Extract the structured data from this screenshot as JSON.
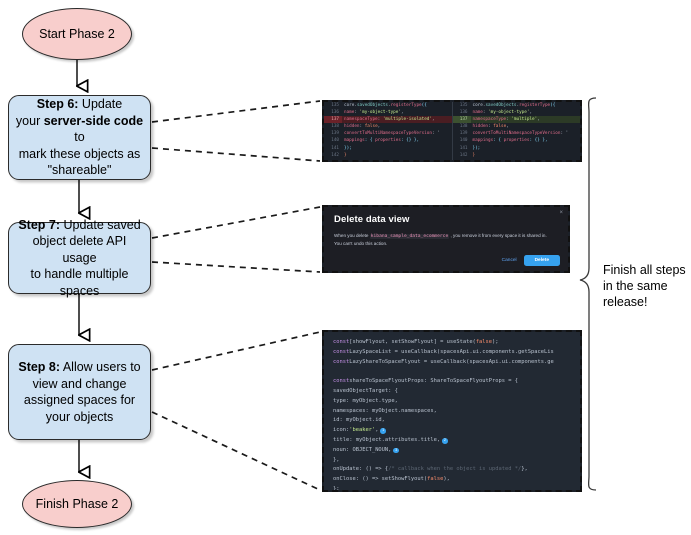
{
  "flowchart": {
    "nodes": [
      {
        "id": "start",
        "label": "Start Phase 2",
        "shape": "terminator",
        "fill": "#f8cecc"
      },
      {
        "id": "step6",
        "prefix": "Step 6:",
        "label": " Update your server-side code to mark these objects as \"shareable\"",
        "shape": "process",
        "fill": "#cfe2f3"
      },
      {
        "id": "step7",
        "prefix": "Step 7:",
        "label": " Update saved object delete API usage to handle multiple spaces",
        "shape": "process",
        "fill": "#cfe2f3"
      },
      {
        "id": "step8",
        "prefix": "Step 8:",
        "label": " Allow users to view and change assigned spaces for your objects",
        "shape": "process",
        "fill": "#cfe2f3"
      },
      {
        "id": "finish",
        "label": "Finish Phase 2",
        "shape": "terminator",
        "fill": "#f8cecc"
      }
    ],
    "step6_rich": {
      "line1_bold": "Step 6:",
      "line1_rest": " Update",
      "line2_pre": "your ",
      "line2_bold": "server-side code",
      "line2_post": " to",
      "line3": "mark these objects as",
      "line4": "\"shareable\""
    },
    "step7_rich": {
      "line1_bold": "Step 7:",
      "line1_rest": " Update saved",
      "line2": "object delete API usage",
      "line3": "to handle multiple spaces"
    },
    "step8_rich": {
      "line1_bold": "Step 8:",
      "line1_rest": " Allow users to",
      "line2": "view and change",
      "line3": "assigned spaces for",
      "line4": "your objects"
    },
    "annotation": {
      "line1": "Finish all steps",
      "line2": "in the same",
      "line3": "release!"
    }
  },
  "code_diff": {
    "left": [
      {
        "num": "135",
        "tokens": [
          {
            "t": "core",
            "c": "pl"
          },
          {
            "t": ".",
            "c": "pl"
          },
          {
            "t": "savedObjects",
            "c": "cy"
          },
          {
            "t": ".",
            "c": "pl"
          },
          {
            "t": "registerType",
            "c": "fn"
          },
          {
            "t": "({",
            "c": "br"
          }
        ],
        "state": "ctx"
      },
      {
        "num": "136",
        "tokens": [
          {
            "t": "  name",
            "c": "pr"
          },
          {
            "t": ": ",
            "c": "pl"
          },
          {
            "t": "'my-object-type'",
            "c": "st"
          },
          {
            "t": ",",
            "c": "pl"
          }
        ],
        "state": "ctx"
      },
      {
        "num": "137",
        "tokens": [
          {
            "t": "  namespaceType",
            "c": "pr"
          },
          {
            "t": ": ",
            "c": "pl"
          },
          {
            "t": "'multiple-isolated'",
            "c": "st"
          },
          {
            "t": ",",
            "c": "pl"
          }
        ],
        "state": "del"
      },
      {
        "num": "138",
        "tokens": [
          {
            "t": "  hidden",
            "c": "pr"
          },
          {
            "t": ": ",
            "c": "pl"
          },
          {
            "t": "false",
            "c": "bl"
          },
          {
            "t": ",",
            "c": "pl"
          }
        ],
        "state": "ctx"
      },
      {
        "num": "139",
        "tokens": [
          {
            "t": "  convertToMultiNamespaceTypeVersion",
            "c": "pr"
          },
          {
            "t": ": '",
            "c": "pl"
          }
        ],
        "state": "ctx"
      },
      {
        "num": "140",
        "tokens": [
          {
            "t": "  mappings",
            "c": "pr"
          },
          {
            "t": ": { ",
            "c": "br"
          },
          {
            "t": "properties",
            "c": "pr"
          },
          {
            "t": ": {} },",
            "c": "br"
          }
        ],
        "state": "ctx"
      },
      {
        "num": "141",
        "tokens": [
          {
            "t": "});",
            "c": "br"
          }
        ],
        "state": "ctx"
      },
      {
        "num": "142",
        "tokens": [
          {
            "t": "}",
            "c": "bl"
          }
        ],
        "state": "ctx"
      }
    ],
    "right": [
      {
        "num": "135",
        "tokens": [
          {
            "t": "core",
            "c": "pl"
          },
          {
            "t": ".",
            "c": "pl"
          },
          {
            "t": "savedObjects",
            "c": "cy"
          },
          {
            "t": ".",
            "c": "pl"
          },
          {
            "t": "registerType",
            "c": "fn"
          },
          {
            "t": "({",
            "c": "br"
          }
        ],
        "state": "ctx"
      },
      {
        "num": "136",
        "tokens": [
          {
            "t": "  name",
            "c": "pr"
          },
          {
            "t": ": ",
            "c": "pl"
          },
          {
            "t": "'my-object-type'",
            "c": "st"
          },
          {
            "t": ",",
            "c": "pl"
          }
        ],
        "state": "ctx"
      },
      {
        "num": "137",
        "tokens": [
          {
            "t": "  namespaceType",
            "c": "pr"
          },
          {
            "t": ": ",
            "c": "pl"
          },
          {
            "t": "'multiple'",
            "c": "st"
          },
          {
            "t": ",",
            "c": "pl"
          }
        ],
        "state": "add"
      },
      {
        "num": "138",
        "tokens": [
          {
            "t": "  hidden",
            "c": "pr"
          },
          {
            "t": ": ",
            "c": "pl"
          },
          {
            "t": "false",
            "c": "bl"
          },
          {
            "t": ",",
            "c": "pl"
          }
        ],
        "state": "ctx"
      },
      {
        "num": "139",
        "tokens": [
          {
            "t": "  convertToMultiNamespaceTypeVersion",
            "c": "pr"
          },
          {
            "t": ": '",
            "c": "pl"
          }
        ],
        "state": "ctx"
      },
      {
        "num": "140",
        "tokens": [
          {
            "t": "  mappings",
            "c": "pr"
          },
          {
            "t": ": { ",
            "c": "br"
          },
          {
            "t": "properties",
            "c": "pr"
          },
          {
            "t": ": {} },",
            "c": "br"
          }
        ],
        "state": "ctx"
      },
      {
        "num": "141",
        "tokens": [
          {
            "t": "});",
            "c": "br"
          }
        ],
        "state": "ctx"
      },
      {
        "num": "142",
        "tokens": [
          {
            "t": "}",
            "c": "bl"
          }
        ],
        "state": "ctx"
      }
    ]
  },
  "delete_dialog": {
    "title": "Delete data view",
    "close_label": "×",
    "body_pre": "When you delete ",
    "body_code": "kibana_sample_data_ecommerce",
    "body_post": " , you remove it from every space it is shared in. You can't undo this action.",
    "cancel_label": "Cancel",
    "delete_label": "Delete",
    "accent": "#36a2ef"
  },
  "flyout_code": {
    "lines": [
      [
        {
          "t": "const",
          "c": "k"
        },
        {
          "t": " [showFlyout, setShowFlyout] = useState(",
          "c": "pl"
        },
        {
          "t": "false",
          "c": "bl"
        },
        {
          "t": ");",
          "c": "pl"
        }
      ],
      [
        {
          "t": "const",
          "c": "k"
        },
        {
          "t": " LazySpaceList = useCallback(spacesApi.ui.components.getSpaceLis",
          "c": "pl"
        }
      ],
      [
        {
          "t": "const",
          "c": "k"
        },
        {
          "t": " LazyShareToSpaceFlyout = useCallback(spacesApi.ui.components.ge",
          "c": "pl"
        }
      ],
      [],
      [
        {
          "t": "const",
          "c": "k"
        },
        {
          "t": " shareToSpaceFlyoutProps: ShareToSpaceFlyoutProps = {",
          "c": "pl"
        }
      ],
      [
        {
          "t": "  savedObjectTarget: {",
          "c": "pl"
        }
      ],
      [
        {
          "t": "    type: myObject.type,",
          "c": "pl"
        }
      ],
      [
        {
          "t": "    namespaces: myObject.namespaces,",
          "c": "pl"
        }
      ],
      [
        {
          "t": "    id: myObject.id,",
          "c": "pl"
        }
      ],
      [
        {
          "t": "    icon: ",
          "c": "pl"
        },
        {
          "t": "'beaker'",
          "c": "st"
        },
        {
          "t": ",",
          "c": "pl"
        },
        {
          "t": "1",
          "c": "badge"
        }
      ],
      [
        {
          "t": "    title: myObject.attributes.title,",
          "c": "pl"
        },
        {
          "t": "2",
          "c": "badge"
        }
      ],
      [
        {
          "t": "    noun: OBJECT_NOUN,",
          "c": "pl"
        },
        {
          "t": "3",
          "c": "badge"
        }
      ],
      [
        {
          "t": "  },",
          "c": "pl"
        }
      ],
      [
        {
          "t": "  onUpdate: () => { ",
          "c": "pl"
        },
        {
          "t": "/* callback when the object is updated */",
          "c": "cmt"
        },
        {
          "t": " },",
          "c": "pl"
        }
      ],
      [
        {
          "t": "  onClose: () => setShowFlyout(",
          "c": "pl"
        },
        {
          "t": "false",
          "c": "bl"
        },
        {
          "t": "),",
          "c": "pl"
        }
      ],
      [
        {
          "t": "};",
          "c": "pl"
        }
      ]
    ]
  }
}
